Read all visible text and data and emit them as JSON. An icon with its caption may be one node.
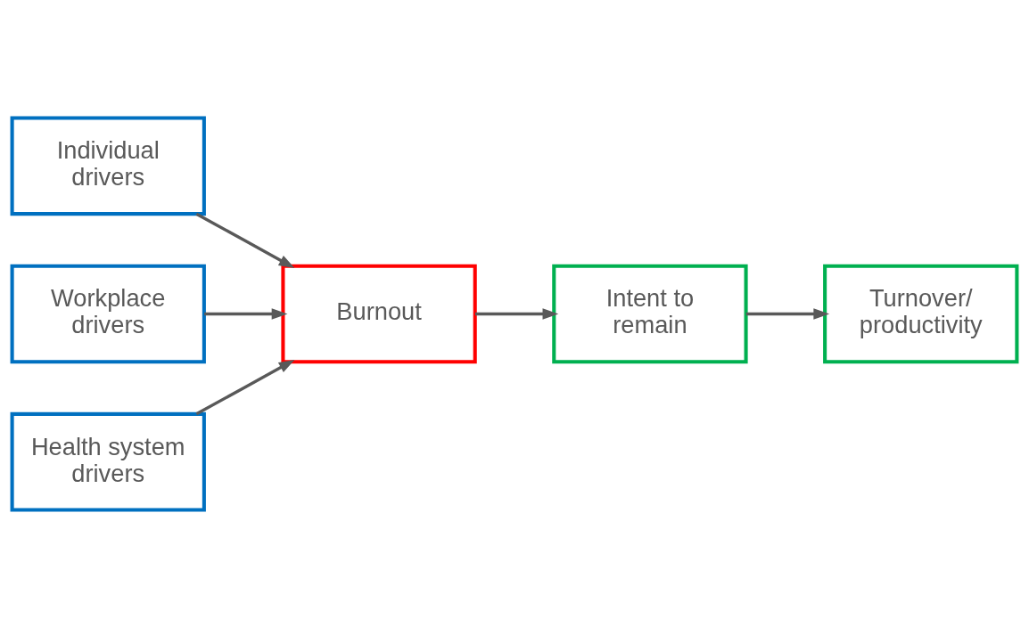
{
  "diagram": {
    "nodes": [
      {
        "text": [
          "Individual drivers"
        ]
      },
      {
        "text": [
          "Workplace drivers"
        ]
      },
      {
        "text": [
          "Health system drivers"
        ]
      },
      {
        "text": [
          "Burnout"
        ]
      },
      {
        "text": [
          "Intent to remain"
        ]
      },
      {
        "text": [
          "Turnover/ productivity"
        ]
      }
    ],
    "edges": [
      {
        "from": 0,
        "to": 3,
        "arrow": "to"
      },
      {
        "from": 1,
        "to": 3,
        "arrow": "to"
      },
      {
        "from": 2,
        "to": 3,
        "arrow": "to"
      },
      {
        "from": 3,
        "to": 4,
        "arrow": "to"
      },
      {
        "from": 4,
        "to": 5,
        "arrow": "to"
      }
    ]
  }
}
